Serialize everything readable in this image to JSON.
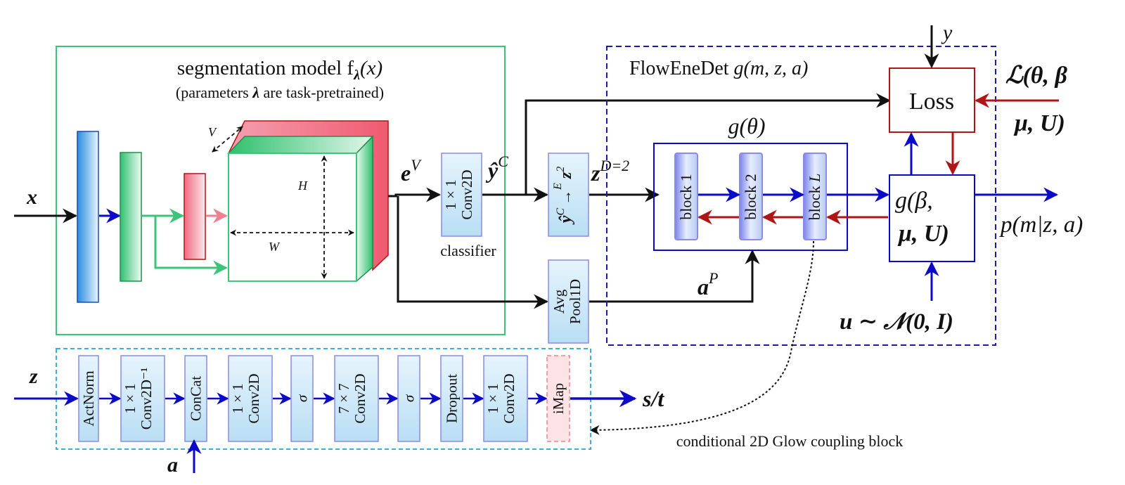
{
  "colors": {
    "black": "#111111",
    "blue": "#0a0ac8",
    "dark_red": "#b01515",
    "green": "#3cc47a",
    "pink": "#f08090",
    "navy_dashed": "#1a1aa8",
    "cyan_dashed": "#3ab0d8",
    "block_fill": "#bfe2f6",
    "block_stroke": "#8a8ae8"
  },
  "seg_model": {
    "title": "segmentation model f",
    "title_sub": "λ",
    "title_arg": "(x)",
    "subtitle_a": "(parameters ",
    "subtitle_sym": "λ",
    "subtitle_b": " are task-pretrained)"
  },
  "cube_labels": {
    "V": "V",
    "H": "H",
    "W": "W"
  },
  "signals": {
    "x": "x",
    "eV_base": "e",
    "eV_sup": "V",
    "yC_base": "ŷ",
    "yC_sup": "C",
    "zD_base": "z",
    "zD_sup": "D=2",
    "aP_base": "a",
    "aP_sup": "P",
    "y": "y",
    "z_left": "z",
    "a_bottom": "a",
    "st": "s/t"
  },
  "conv_block": {
    "line1": "1 × 1",
    "line2": "Conv2D"
  },
  "classifier_label": "classifier",
  "proj_block": {
    "left": "ŷ",
    "left_sup": "C",
    "arrow_label": "E",
    "right": "z",
    "right_sup": "2"
  },
  "pool_block": {
    "line1": "Avg",
    "line2": "Pool1D"
  },
  "flow": {
    "title_a": "FlowEneDet ",
    "title_fn": "g(m, z, a)",
    "g_theta": "g(θ)",
    "block1": "block 1",
    "block2": "block 2",
    "blockL_a": "block ",
    "blockL_b": "L",
    "g_beta_l1": "g(β,",
    "g_beta_l2": "μ, U)",
    "loss": "Loss",
    "loss_fn_l1": "ℒ(θ, β",
    "loss_fn_l2": "μ, U)",
    "p_out": "p(m|z, a)",
    "u_dist": "u ∼ 𝒩(0, I)"
  },
  "coupling": {
    "blocks": [
      {
        "l1": "ActNorm",
        "l2": ""
      },
      {
        "l1": "1 × 1",
        "l2": "Conv2D⁻¹"
      },
      {
        "l1": "ConCat",
        "l2": ""
      },
      {
        "l1": "1 × 1",
        "l2": "Conv2D"
      },
      {
        "l1": "σ",
        "l2": ""
      },
      {
        "l1": "7 × 7",
        "l2": "Conv2D"
      },
      {
        "l1": "σ",
        "l2": ""
      },
      {
        "l1": "Dropout",
        "l2": ""
      },
      {
        "l1": "1 × 1",
        "l2": "Conv2D"
      },
      {
        "l1": "iMap",
        "l2": ""
      }
    ],
    "caption": "conditional 2D Glow coupling block"
  }
}
